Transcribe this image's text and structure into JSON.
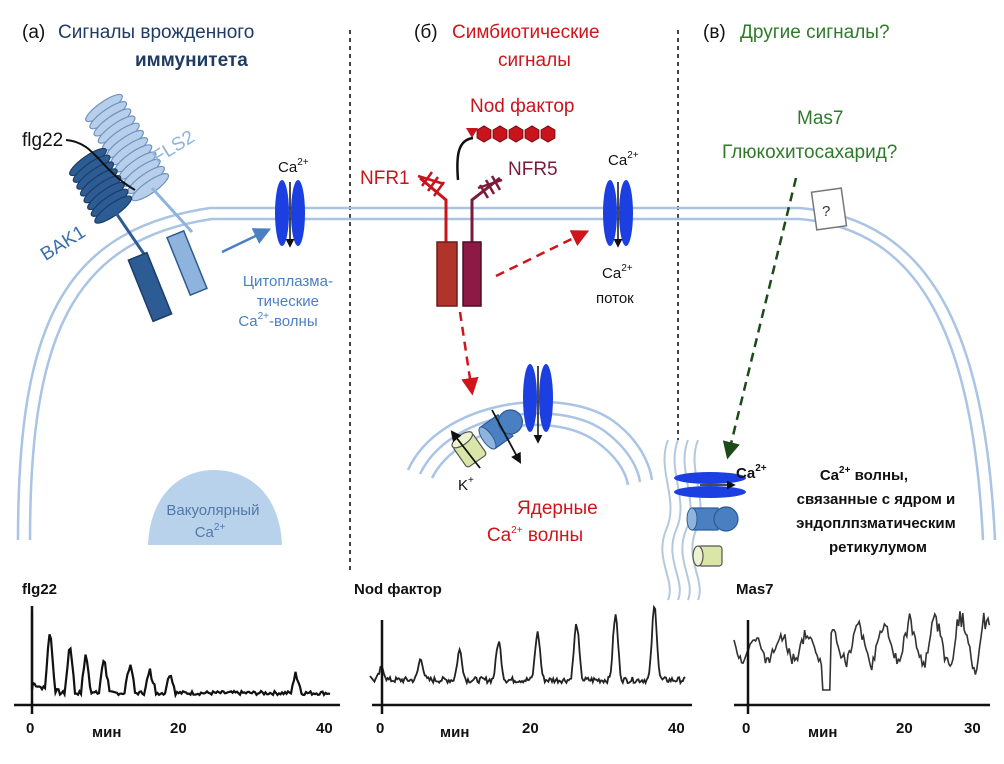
{
  "panels": [
    {
      "letter": "(а)",
      "title_line1": "Сигналы врожденного",
      "title_line2": "иммунитета",
      "title_color": "#1f3b63"
    },
    {
      "letter": "(б)",
      "title_line1": "Симбиотические",
      "title_line2": "сигналы",
      "title_color": "#d0141c"
    },
    {
      "letter": "(в)",
      "title_line1": "Другие сигналы?",
      "title_color": "#2f7a2a"
    }
  ],
  "panel_a": {
    "flg22": "flg22",
    "fls2": "FLS2",
    "bak1": "BAK1",
    "ca": "Ca",
    "ca_sup": "2+",
    "wave_line1": "Цитоплазма-",
    "wave_line2": "тические",
    "wave_line3_ca": "Ca",
    "wave_line3_sup": "2+",
    "wave_line3_rest": "-волны",
    "vacuole_line1": "Вакуолярный",
    "vacuole_ca": "Ca",
    "vacuole_sup": "2+"
  },
  "panel_b": {
    "nod_factor": "Nod фактор",
    "nfr1": "NFR1",
    "nfr5": "NFR5",
    "ca_top": "Ca",
    "ca_top_sup": "2+",
    "ca_bottom": "Ca",
    "ca_bottom_sup": "2+",
    "flow": "поток",
    "k": "K",
    "k_sup": "+",
    "nuclear_line1": "Ядерные",
    "nuclear_ca": "Ca",
    "nuclear_sup": "2+",
    "nuclear_rest": " волны"
  },
  "panel_c": {
    "mas7": "Mas7",
    "glucochito": "Глюкохитосахарид?",
    "question": "?",
    "ca": "Ca",
    "ca_sup": "2+",
    "er_line1_ca": "Ca",
    "er_line1_sup": "2+",
    "er_line1_rest": " волны,",
    "er_line2": "связанные с ядром и",
    "er_line3": "эндоплпзматическим",
    "er_line4": "ретикулумом"
  },
  "traces": [
    {
      "label": "flg22",
      "axis_unit": "мин",
      "ticks": [
        "0",
        "20",
        "40"
      ]
    },
    {
      "label": "Nod фактор",
      "axis_unit": "мин",
      "ticks": [
        "0",
        "20",
        "40"
      ]
    },
    {
      "label": "Mas7",
      "axis_unit": "мин",
      "ticks": [
        "0",
        "20",
        "30"
      ]
    }
  ],
  "colors": {
    "membrane": "#a9c4e4",
    "ca_channel": "#1b3fe0",
    "receptor_dark": "#2d5b93",
    "receptor_light": "#8eb4de",
    "nod_red": "#c8141c",
    "nfr5": "#7a1b3a",
    "arrow_blue": "#4a7fc1",
    "arrow_green": "#1d4a19",
    "vacuole": "#b9d2ec"
  },
  "icons": [
    "ca-channel-icon",
    "receptor-coil-icon",
    "nod-factor-chain-icon",
    "k-channel-icon",
    "pump-icon",
    "question-box-icon"
  ]
}
